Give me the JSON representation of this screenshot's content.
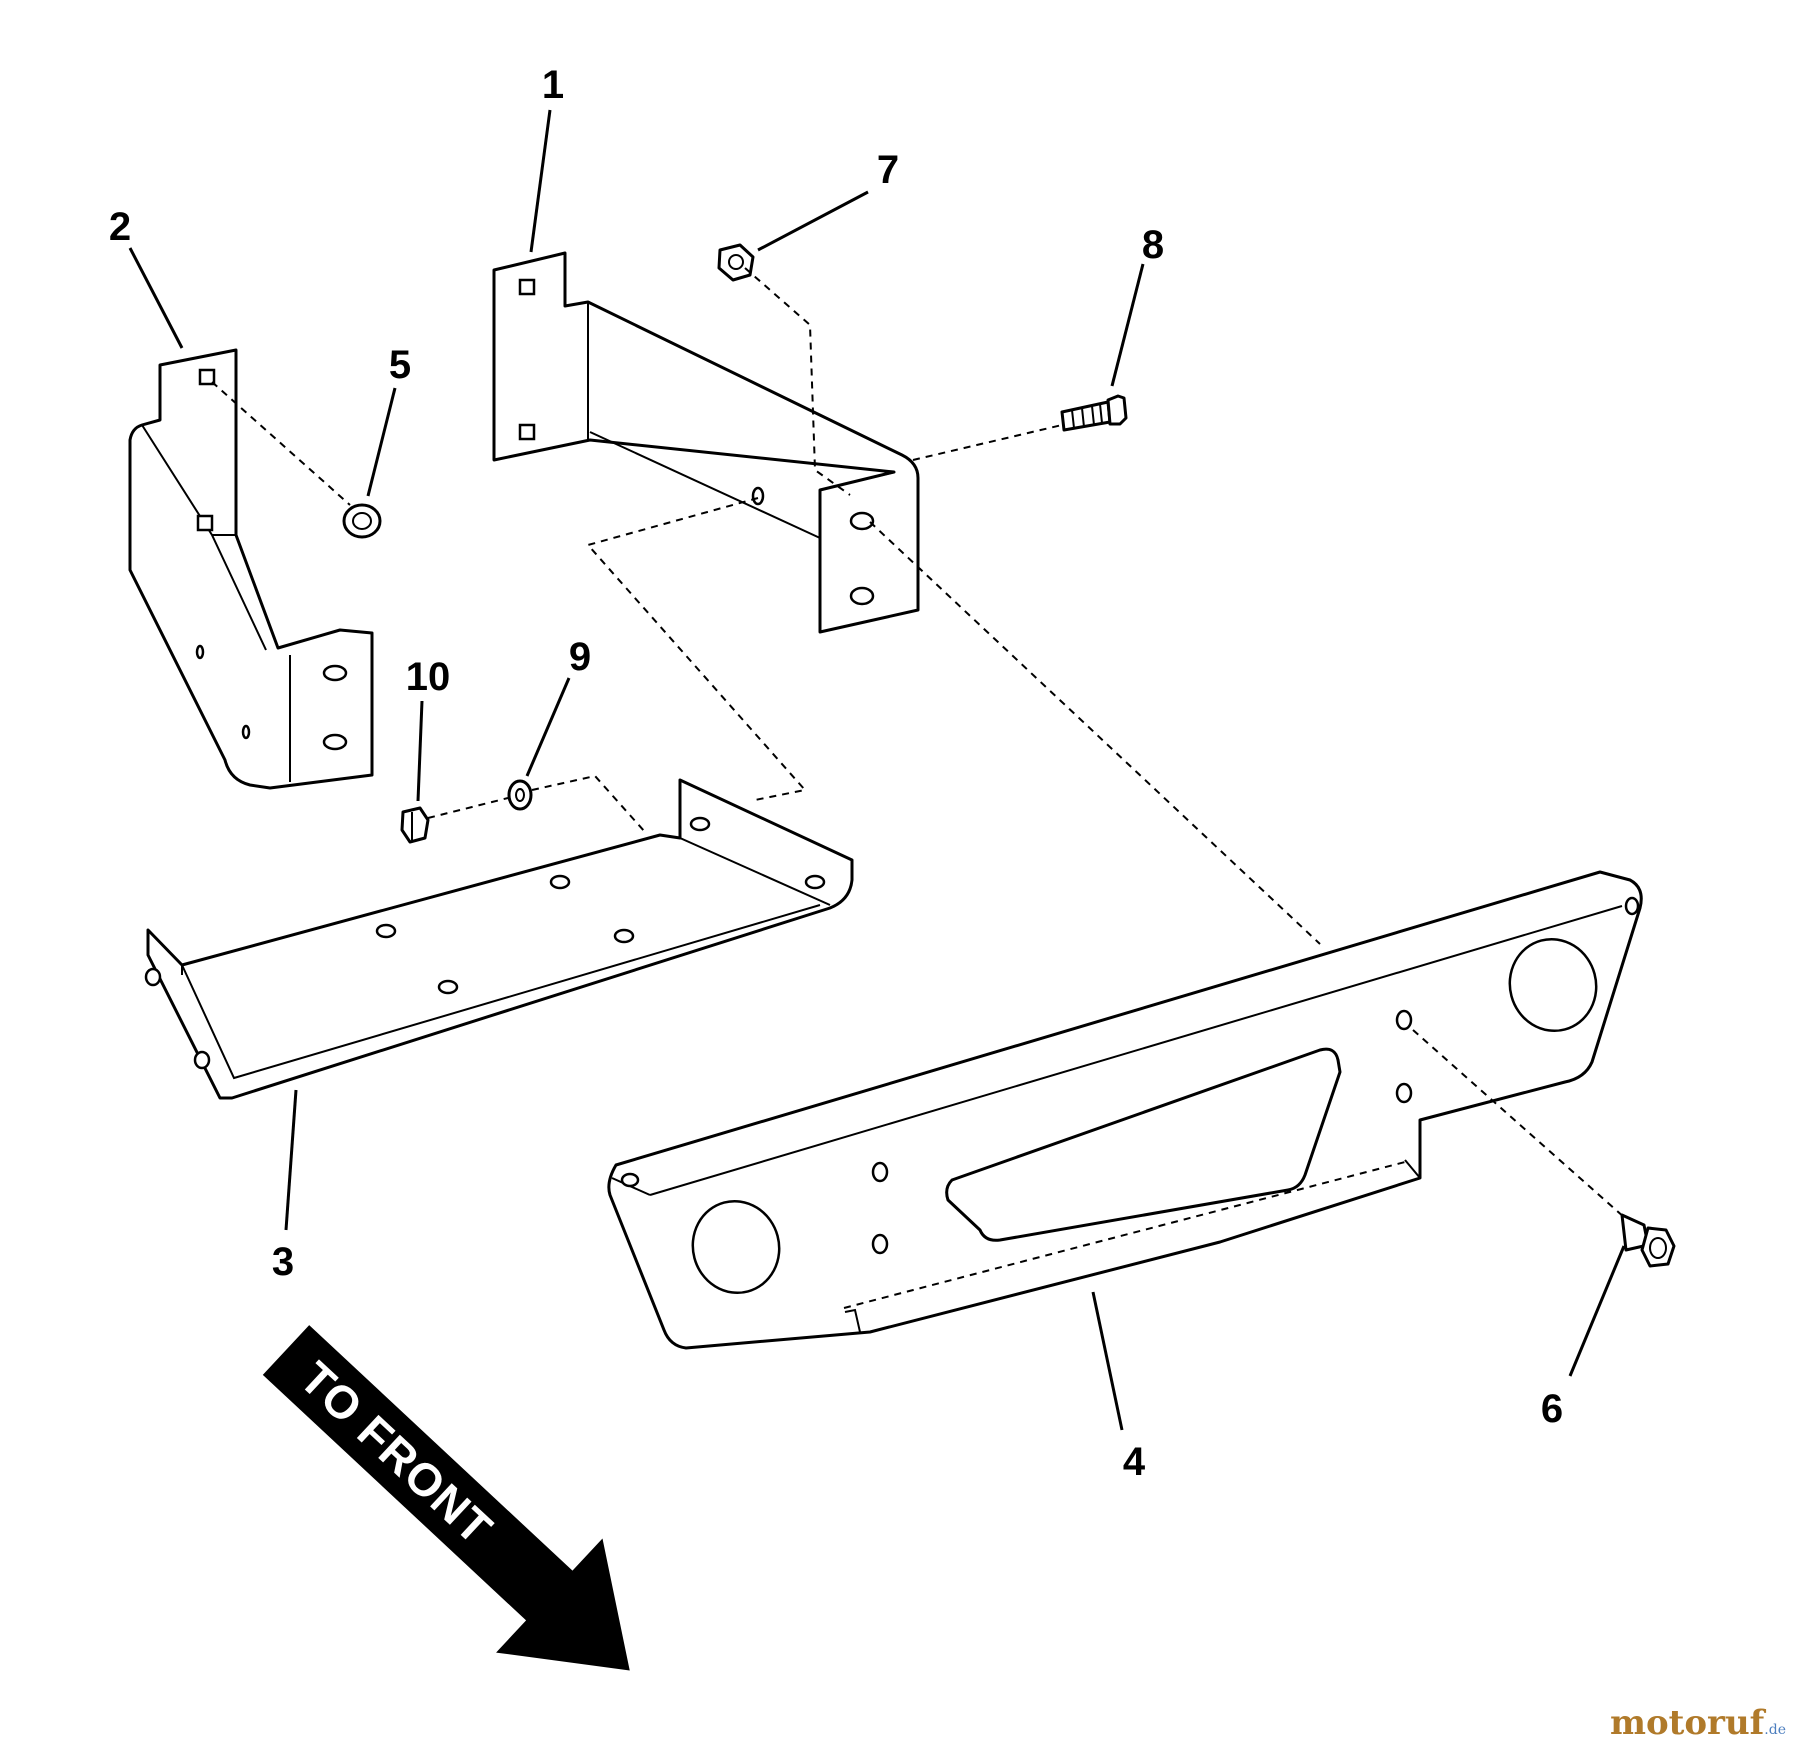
{
  "callouts": {
    "p1": "1",
    "p2": "2",
    "p3": "3",
    "p4": "4",
    "p5": "5",
    "p6": "6",
    "p7": "7",
    "p8": "8",
    "p9": "9",
    "p10": "10"
  },
  "direction_arrow": {
    "label": "TO FRONT"
  },
  "watermark": {
    "name": "motoruf",
    "tld": ".de"
  },
  "colors": {
    "line": "#000000",
    "background": "#ffffff",
    "watermark": "#b07a2a"
  }
}
